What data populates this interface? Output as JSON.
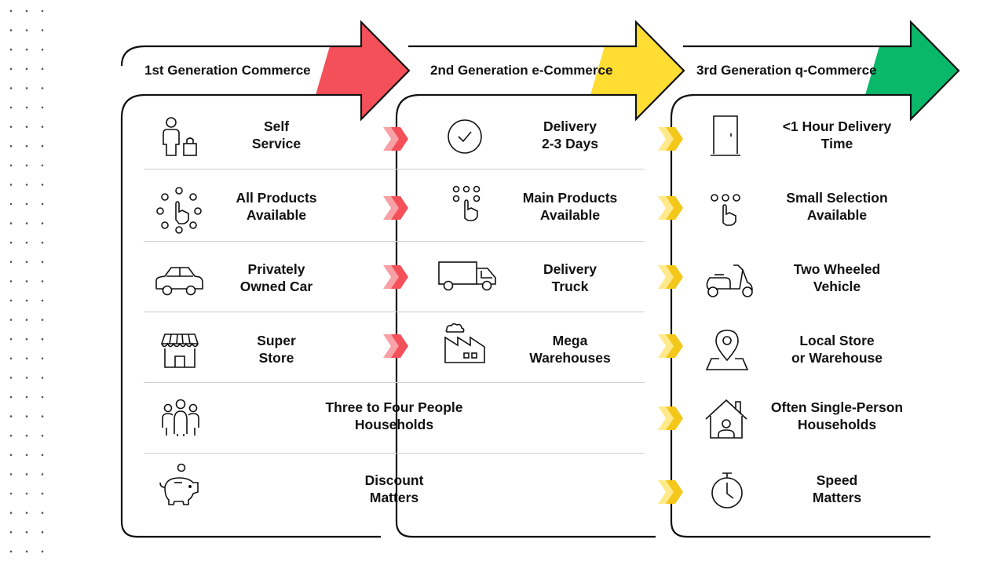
{
  "colors": {
    "gen1": "#f4505a",
    "gen2": "#ffdd33",
    "gen3": "#0ab86a",
    "stroke": "#111111",
    "divider": "#cfcfcf"
  },
  "generations": [
    {
      "title": "1st Generation Commerce"
    },
    {
      "title": "2nd Generation e-Commerce"
    },
    {
      "title": "3rd Generation q-Commerce"
    }
  ],
  "gen1_items": [
    {
      "line1": "Self",
      "line2": "Service",
      "icon": "self-service-shopper-icon"
    },
    {
      "line1": "All Products",
      "line2": "Available",
      "icon": "all-products-touch-icon"
    },
    {
      "line1": "Privately",
      "line2": "Owned Car",
      "icon": "car-icon"
    },
    {
      "line1": "Super",
      "line2": "Store",
      "icon": "store-icon"
    },
    {
      "line1": "",
      "line2": "",
      "icon": "family-group-icon"
    },
    {
      "line1": "",
      "line2": "",
      "icon": "piggy-bank-icon"
    }
  ],
  "gen2_items": [
    {
      "line1": "Delivery",
      "line2": "2-3 Days",
      "icon": "checkmark-circle-icon"
    },
    {
      "line1": "Main Products",
      "line2": "Available",
      "icon": "main-products-touch-icon"
    },
    {
      "line1": "Delivery",
      "line2": "Truck",
      "icon": "truck-icon"
    },
    {
      "line1": "Mega",
      "line2": "Warehouses",
      "icon": "factory-icon"
    }
  ],
  "shared_items": [
    {
      "line1": "Three to Four People",
      "line2": "Households"
    },
    {
      "line1": "Discount",
      "line2": "Matters"
    }
  ],
  "gen3_items": [
    {
      "line1": "<1 Hour Delivery",
      "line2": "Time",
      "icon": "door-icon"
    },
    {
      "line1": "Small Selection",
      "line2": "Available",
      "icon": "small-selection-touch-icon"
    },
    {
      "line1": "Two Wheeled",
      "line2": "Vehicle",
      "icon": "scooter-icon"
    },
    {
      "line1": "Local Store",
      "line2": "or Warehouse",
      "icon": "location-pin-icon"
    },
    {
      "line1": "Often Single-Person",
      "line2": "Households",
      "icon": "house-person-icon"
    },
    {
      "line1": "Speed",
      "line2": "Matters",
      "icon": "stopwatch-icon"
    }
  ]
}
